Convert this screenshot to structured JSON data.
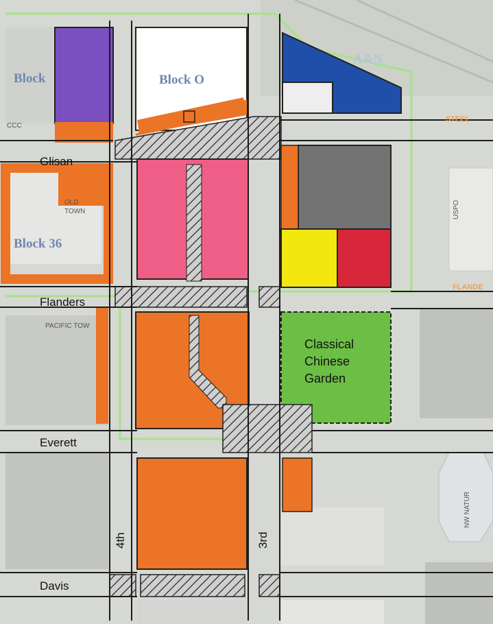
{
  "streets": {
    "glisan": "Glisan",
    "flanders": "Flanders",
    "everett": "Everett",
    "davis": "Davis",
    "fourth": "4th",
    "third": "3rd"
  },
  "garden": {
    "line1": "Classical",
    "line2": "Chinese",
    "line3": "Garden"
  },
  "basemap_labels": {
    "block_left": "Block",
    "block_o": "Block O",
    "block_36": "Block 36",
    "an": "A&N",
    "old_town_1": "OLD",
    "old_town_2": "TOWN",
    "pacific_tower": "PACIFIC TOW",
    "ccc": "CCC",
    "usps": "USPO",
    "nw_natural": "NW NATUR",
    "steel": "STEEL",
    "flanders_orange": "FLANDE"
  },
  "colors": {
    "purple": "#7b4fc0",
    "blue": "#1f4fa8",
    "orange": "#ec7426",
    "pink": "#ef5e86",
    "gray": "#737373",
    "yellow": "#f2e70f",
    "red": "#d8263a",
    "green": "#6cbf45",
    "outline": "#a6e28a"
  }
}
